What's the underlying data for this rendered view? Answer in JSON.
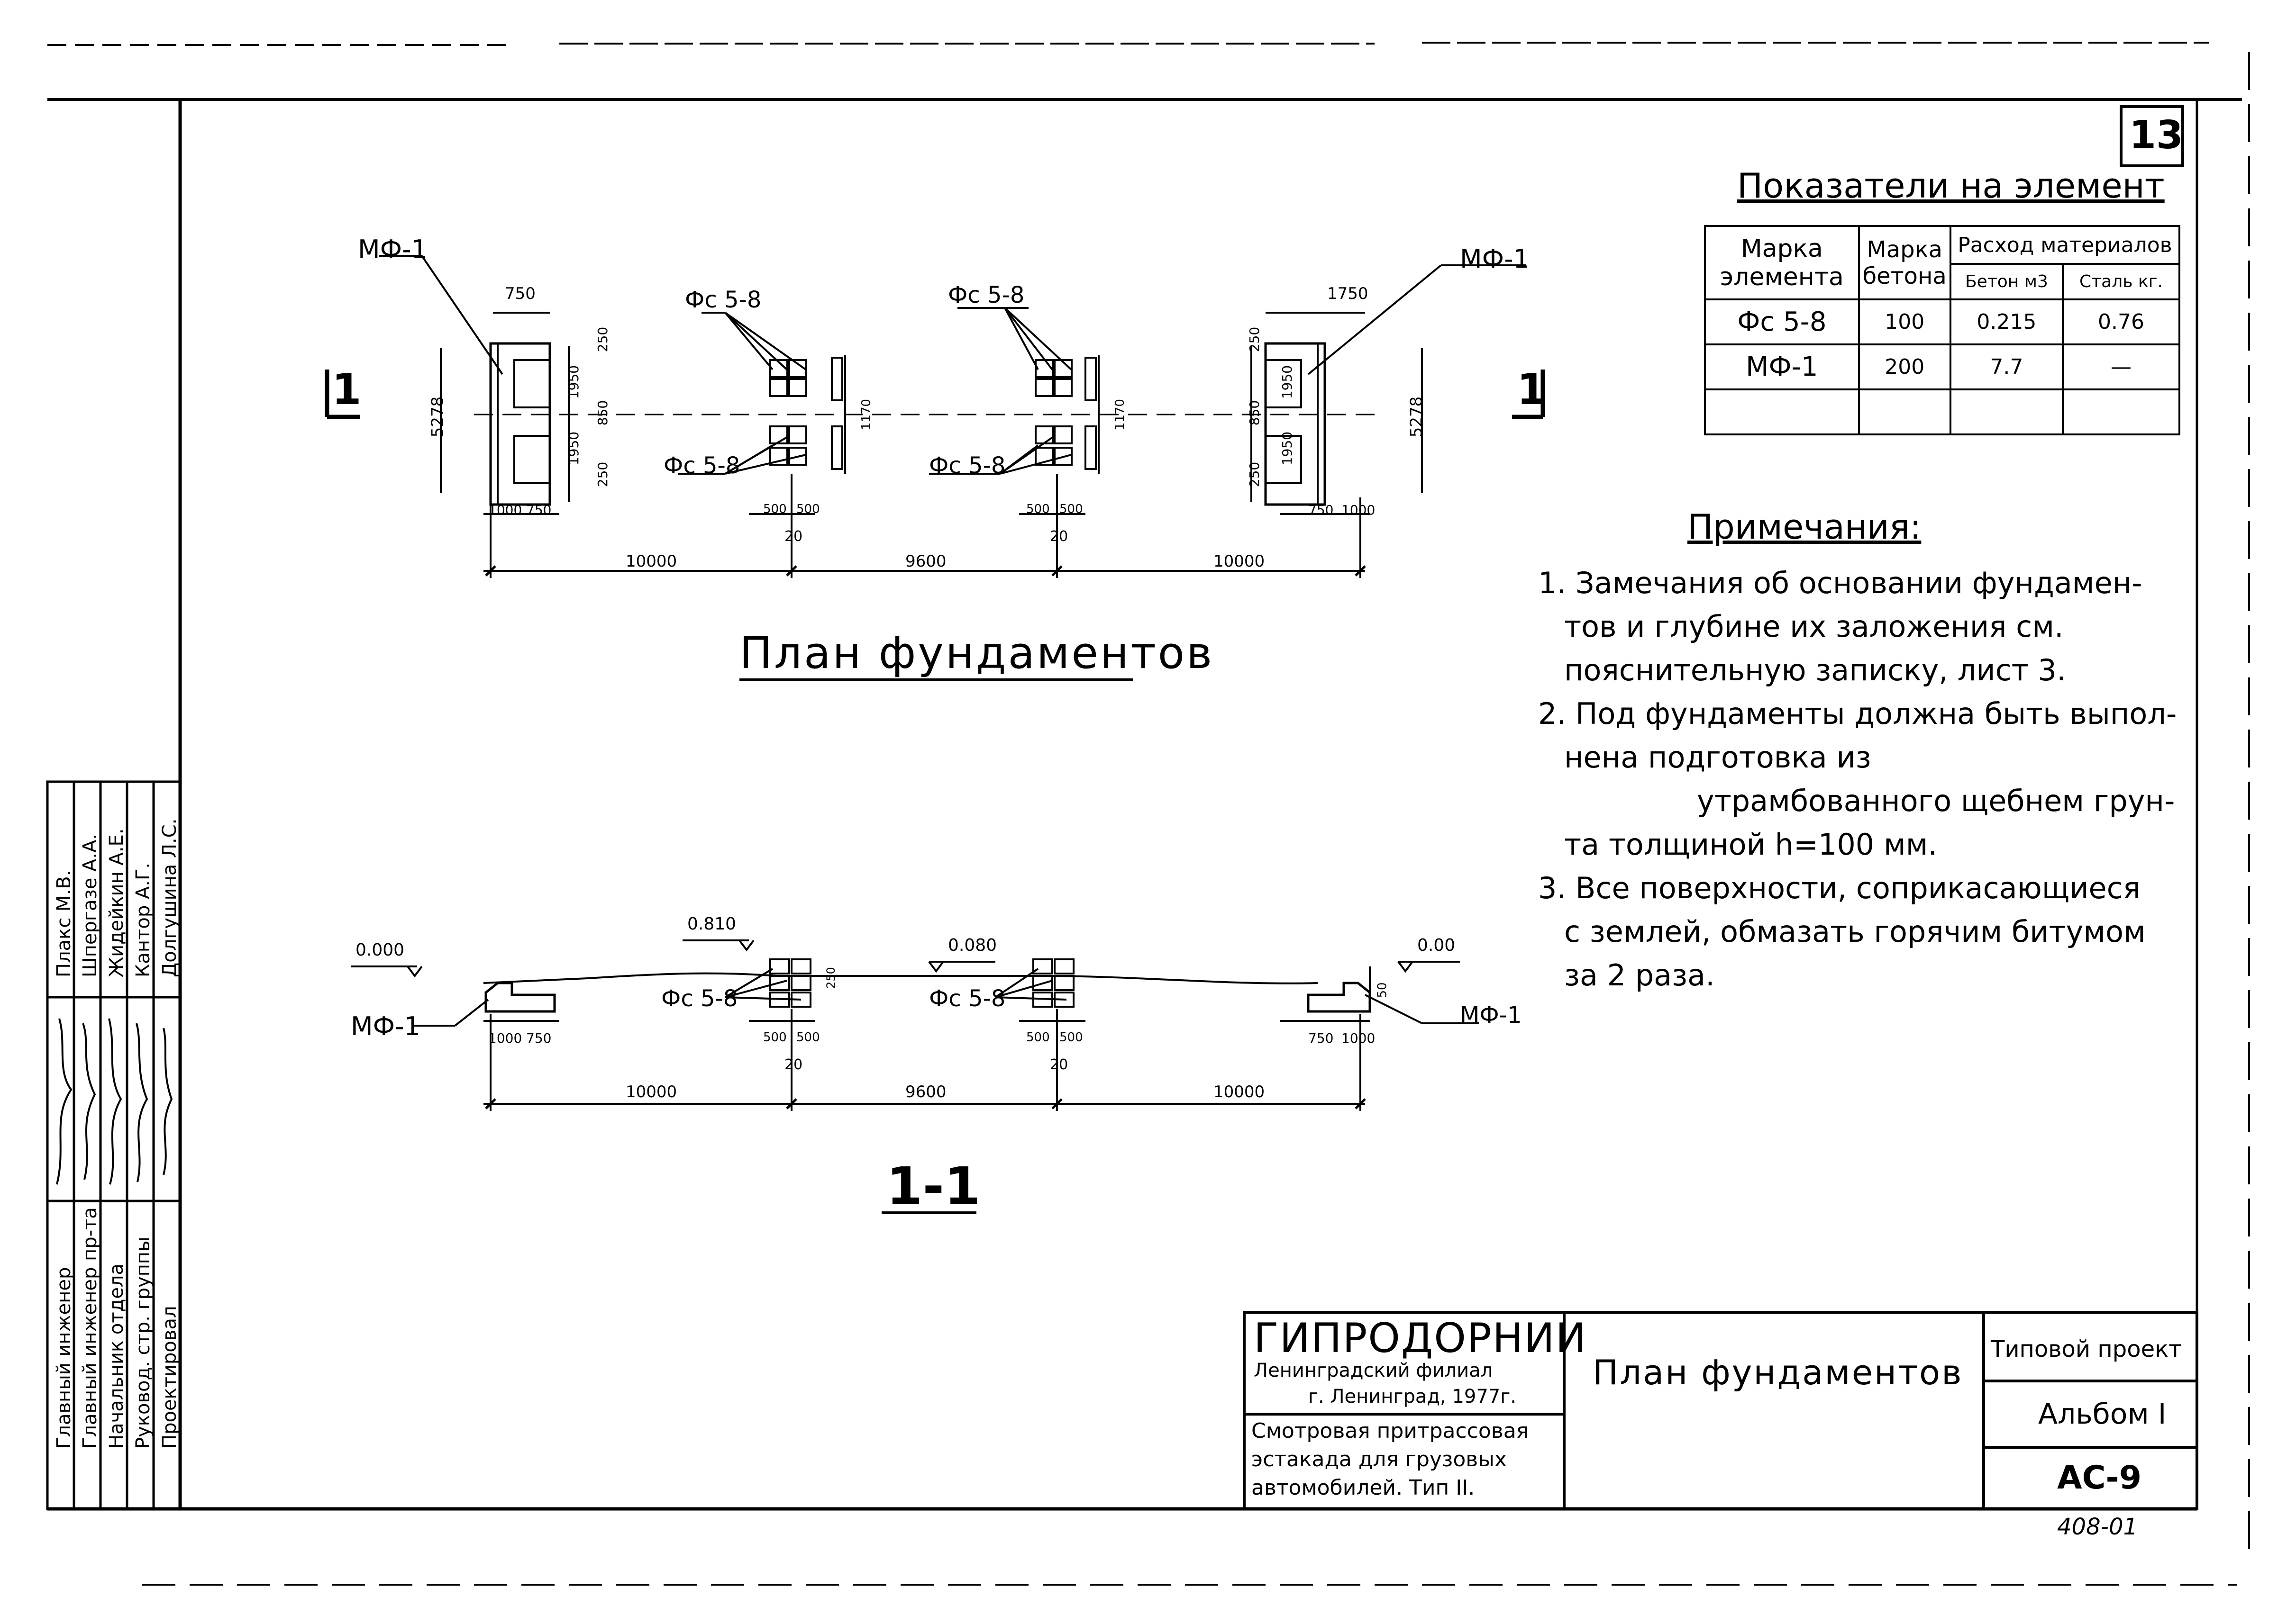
{
  "sheet_number": "13",
  "table": {
    "title": "Показатели на элемент",
    "headers": {
      "mark_element": "Марка элемента",
      "mark_concrete": "Марка бетона",
      "consumption": "Расход материалов",
      "concrete": "Бетон м3",
      "steel": "Сталь кг."
    },
    "rows": [
      {
        "element": "Фс 5-8",
        "concrete_mark": "100",
        "concrete": "0.215",
        "steel": "0.76"
      },
      {
        "element": "МФ-1",
        "concrete_mark": "200",
        "concrete": "7.7",
        "steel": "—"
      },
      {
        "element": "",
        "concrete_mark": "",
        "concrete": "",
        "steel": ""
      }
    ]
  },
  "notes": {
    "title": "Примечания:",
    "items": [
      "1. Замечания об основании фундамен-",
      "тов и глубине их заложения см.",
      "пояснительную записку, лист 3.",
      "2. Под фундаменты должна быть выпол-",
      "нена подготовка из",
      "утрамбованного щебнем грун-",
      "та толщиной h=100 мм.",
      "3. Все поверхности, соприкасающиеся",
      "с землей, обмазать горячим битумом",
      "за 2 раза."
    ]
  },
  "plan": {
    "title": "План фундаментов",
    "labels": {
      "mf1": "МФ-1",
      "fs": "Фс 5-8",
      "section_mark": "1"
    },
    "dims": {
      "d750": "750",
      "d1750": "1750",
      "d250": "250",
      "d1950": "1950",
      "d850": "850",
      "d5278": "5278",
      "d1000": "1000",
      "d20": "20",
      "d500": "500",
      "d1170": "1170",
      "d10000": "10000",
      "d9600": "9600"
    }
  },
  "section": {
    "title": "1-1",
    "levels": {
      "l0000": "0.000",
      "l0810": "0.810",
      "l0080": "0.080",
      "l000": "0.00"
    },
    "labels": {
      "mf_left": "МФ-1",
      "mf_right": "МФ-1",
      "fs": "Фс 5-8"
    },
    "dims": {
      "d1000": "1000",
      "d750": "750",
      "d500": "500",
      "d20": "20",
      "d10000": "10000",
      "d9600": "9600",
      "d50": "50",
      "d250": "250"
    }
  },
  "stamp": {
    "org": "ГИПРОДОРНИИ",
    "branch": "Ленинградский филиал",
    "city_year": "г. Ленинград, 1977г.",
    "object": [
      "Смотровая притрассовая",
      "эстакада для грузовых",
      "автомобилей. Тип II."
    ],
    "drawing_title": "План фундаментов",
    "typical": "Типовой проект",
    "album": "Альбом I",
    "code": "АС-9",
    "project_num": "408-01"
  },
  "signatures": {
    "roles": [
      "Главный инженер",
      "Главный инженер пр-та",
      "Начальник отдела",
      "Руковод. стр. группы",
      "Проектировал"
    ],
    "names": [
      "Плакс М.В.",
      "Шпергазе А.А.",
      "Жидейкин А.Е.",
      "Кантор А.Г.",
      "Долгушина Л.С."
    ]
  }
}
